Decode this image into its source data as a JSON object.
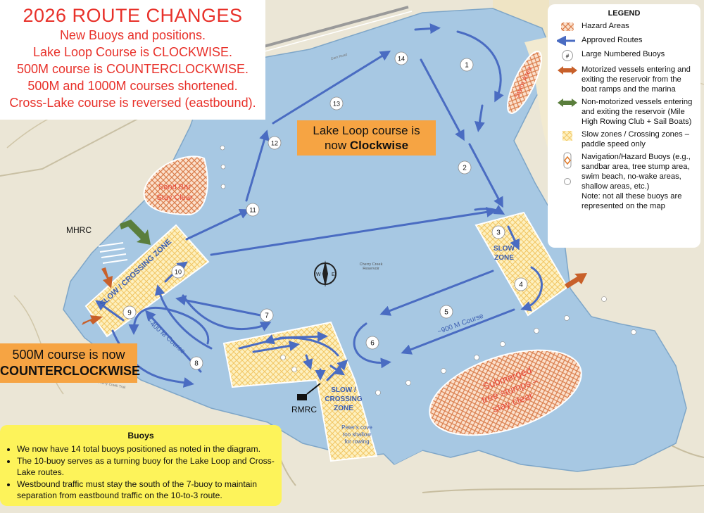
{
  "title": {
    "heading": "2026 ROUTE CHANGES",
    "lines": [
      "New Buoys and positions.",
      "Lake Loop Course is CLOCKWISE.",
      "500M course is COUNTERCLOCKWISE.",
      "500M and 1000M courses shortened.",
      "Cross-Lake course is reversed (eastbound)."
    ]
  },
  "legend": {
    "title": "LEGEND",
    "items": {
      "hazard": "Hazard Areas",
      "routes": "Approved Routes",
      "numbered_symbol": "#",
      "numbered": "Large Numbered Buoys",
      "motorized": "Motorized vessels entering and exiting the reservoir from the boat ramps and the marina",
      "nonmotorized": "Non-motorized vessels entering and exiting the reservoir (Mile High Rowing Club + Sail Boats)",
      "slow": "Slow zones / Crossing zones – paddle speed only",
      "navigation": "Navigation/Hazard Buoys (e.g., sandbar area, tree stump area, swim beach, no-wake areas, shallow areas, etc.)",
      "note": "Note: not all these buoys are represented on the map"
    }
  },
  "callouts": {
    "lake_loop_1": "Lake Loop course is",
    "lake_loop_2a": "now ",
    "lake_loop_2b": "Clockwise",
    "m500_1": "500M course is now",
    "m500_2": "COUNTERCLOCKWISE"
  },
  "buoys_box": {
    "title": "Buoys",
    "bullets": [
      "We now have 14 total buoys positioned as noted in the diagram.",
      "The 10-buoy serves as a turning buoy for the Lake Loop and Cross-Lake routes.",
      "Westbound traffic must stay the south of the 7-buoy to maintain separation from eastbound traffic on the 10-to-3 route."
    ]
  },
  "map_labels": {
    "sand_bar_1": "Sand Bar",
    "sand_bar_2": "Stay Clear",
    "swim_area": "Swim Area",
    "stumps_1": "Submerged",
    "stumps_2": "tree stumps –",
    "stumps_3": "stay clear",
    "slow_crossing_west": "SLOW / CROSSING ZONE",
    "slow_south_1": "SLOW /",
    "slow_south_2": "CROSSING",
    "slow_south_3": "ZONE",
    "slow_east_1": "SLOW",
    "slow_east_2": "ZONE",
    "peters_1": "Peter's cove",
    "peters_2": "too shallow",
    "peters_3": "for rowing",
    "course_400": "~400 M Course",
    "course_900": "~900 M Course",
    "mhrc": "MHRC",
    "rmrc": "RMRC",
    "reservoir_1": "Cherry Creek",
    "reservoir_2": "Reservoir",
    "compass_w": "W",
    "compass_e": "E",
    "road_dam": "Dam Road",
    "road_trail": "Cherry Creek Trail"
  },
  "numbered_buoys": [
    {
      "n": "1"
    },
    {
      "n": "2"
    },
    {
      "n": "3"
    },
    {
      "n": "4"
    },
    {
      "n": "5"
    },
    {
      "n": "6"
    },
    {
      "n": "7"
    },
    {
      "n": "8"
    },
    {
      "n": "9"
    },
    {
      "n": "10"
    },
    {
      "n": "11"
    },
    {
      "n": "12"
    },
    {
      "n": "13"
    },
    {
      "n": "14"
    }
  ],
  "colors": {
    "water": "#a7c8e3",
    "land": "#e9e4d4",
    "route": "#4a6cc2",
    "hazard": "#d97c4a",
    "slow": "#fbe6a6",
    "motorized": "#c8602a",
    "nonmotorized": "#5a7e3c",
    "title_red": "#e8312a",
    "callout_orange": "#f6a443",
    "buoys_yellow": "#fdf35a"
  }
}
